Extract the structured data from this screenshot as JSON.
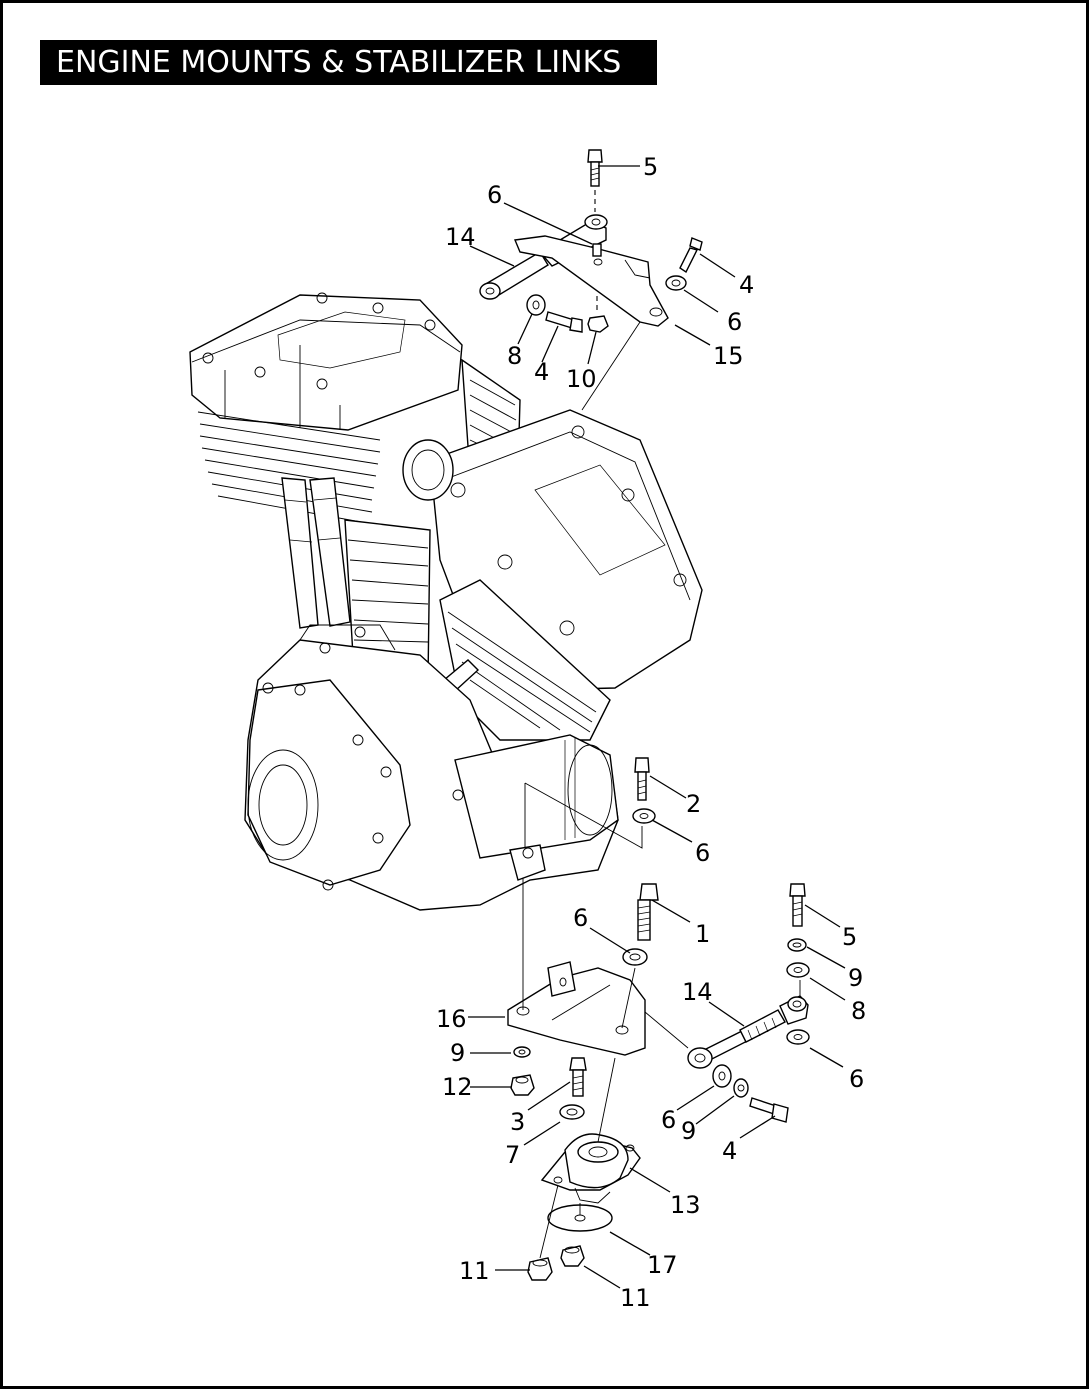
{
  "title": "ENGINE MOUNTS & STABILIZER LINKS",
  "callouts": [
    "5",
    "6",
    "14",
    "4",
    "6",
    "8",
    "4",
    "10",
    "15",
    "2",
    "6",
    "6",
    "1",
    "5",
    "9",
    "14",
    "8",
    "16",
    "9",
    "12",
    "3",
    "7",
    "6",
    "9",
    "6",
    "4",
    "13",
    "17",
    "11",
    "11"
  ],
  "icons": [
    "engine-assembly-drawing",
    "bolt",
    "washer",
    "nut",
    "stabilizer-link",
    "bracket",
    "rubber-isolator"
  ]
}
